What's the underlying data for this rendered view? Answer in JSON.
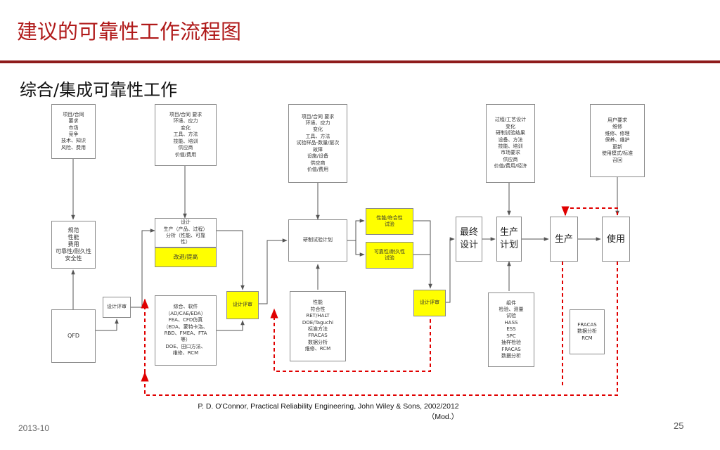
{
  "slide": {
    "title": "建议的可靠性工作流程图",
    "subtitle": "综合/集成可靠性工作",
    "date": "2013-10",
    "page_number": "25",
    "reference": "P. D. O'Connor, Practical Reliability Engineering, John Wiley & Sons, 2002/2012",
    "reference_mod": "（Mod.）"
  },
  "colors": {
    "title": "#b01a1a",
    "rule": "#8e1b1b",
    "highlight": "#ffff00",
    "dashed": "#e00000"
  },
  "boxes": {
    "req1": [
      "项目/合同",
      "要求",
      "市场",
      "竞争",
      "技术、知识",
      "风险、费用"
    ],
    "req2": [
      "项目/合同 要求",
      "环境、应力",
      "变化",
      "工具、方法",
      "技能、培训",
      "供应商",
      "价值/费用"
    ],
    "req3": [
      "项目/合同 要求",
      "环境、应力",
      "变化",
      "工具、方法",
      "试验样品-数量/层次",
      "故障",
      "设施/设备",
      "供应商",
      "价值/费用"
    ],
    "req4": [
      "过程/工艺设计",
      "变化",
      "研制试验结果",
      "设备、方法",
      "技能、培训",
      "市场要求",
      "供应商",
      "价值/费用/经济"
    ],
    "req5": [
      "用户要求",
      "维修",
      "维修、修理",
      "保养、维护",
      "更新",
      "使用模式/标准",
      "召回"
    ],
    "specs": [
      "规范",
      "性能",
      "费用",
      "可靠性/耐久性",
      "安全性"
    ],
    "design": [
      "设计",
      "生产（产品、过程）",
      "分析（性能、可靠",
      "性）"
    ],
    "improve": [
      "改进/提高"
    ],
    "dev_test": [
      "研制试验计划"
    ],
    "perf_test": [
      "性能/符合性",
      "试验"
    ],
    "rel_test": [
      "可靠性/耐久性",
      "试验"
    ],
    "final_design": [
      "最终",
      "设计"
    ],
    "prod_plan": [
      "生产",
      "计划"
    ],
    "production": [
      "生产"
    ],
    "use": [
      "使用"
    ],
    "qfd": [
      "QFD"
    ],
    "design_review1": [
      "设计评审"
    ],
    "design_review2": [
      "设计评审"
    ],
    "design_review3": [
      "设计评审"
    ],
    "methods1": [
      "综合、软件",
      "（AD/CAE/EDA）",
      "FEA、CFD仿真",
      "（EDA、蒙特卡洛、",
      "RBD、FMEA、FTA",
      "等）",
      "DOE、田口方法、",
      "维修、RCM"
    ],
    "methods2": [
      "性能",
      "符合性",
      "RET/HALT",
      "DOE/Taguchi",
      "标准方法",
      "FRACAS",
      "数据分析",
      "维修、RCM"
    ],
    "methods3": [
      "组件",
      "检验、测量",
      "试验",
      "HASS",
      "ESS",
      "SPC",
      "抽样检验",
      "FRACAS",
      "数据分析"
    ],
    "methods4": [
      "FRACAS",
      "数据分析",
      "RCM"
    ]
  }
}
